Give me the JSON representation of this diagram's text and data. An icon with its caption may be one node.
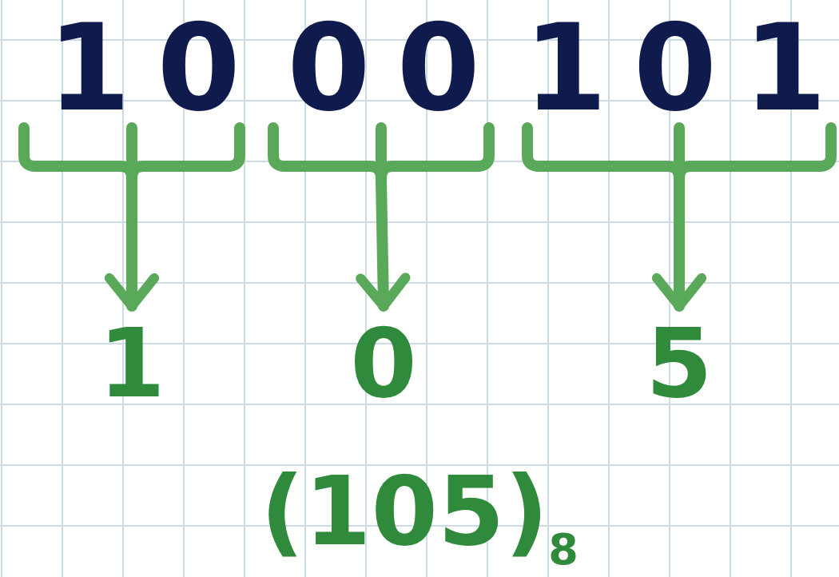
{
  "diagram": {
    "nodes": [
      {
        "text": [
          "10"
        ]
      },
      {
        "text": [
          "00"
        ]
      },
      {
        "text": [
          "101"
        ]
      },
      {
        "text": [
          "1"
        ]
      },
      {
        "text": [
          "0"
        ]
      },
      {
        "text": [
          "5"
        ]
      }
    ],
    "edges": [
      {
        "from": 0,
        "to": 3,
        "arrow": "to"
      },
      {
        "from": 1,
        "to": 4,
        "arrow": "to"
      },
      {
        "from": 2,
        "to": 5,
        "arrow": "to"
      }
    ],
    "labels": [
      "(105)$_{8}$"
    ]
  }
}
